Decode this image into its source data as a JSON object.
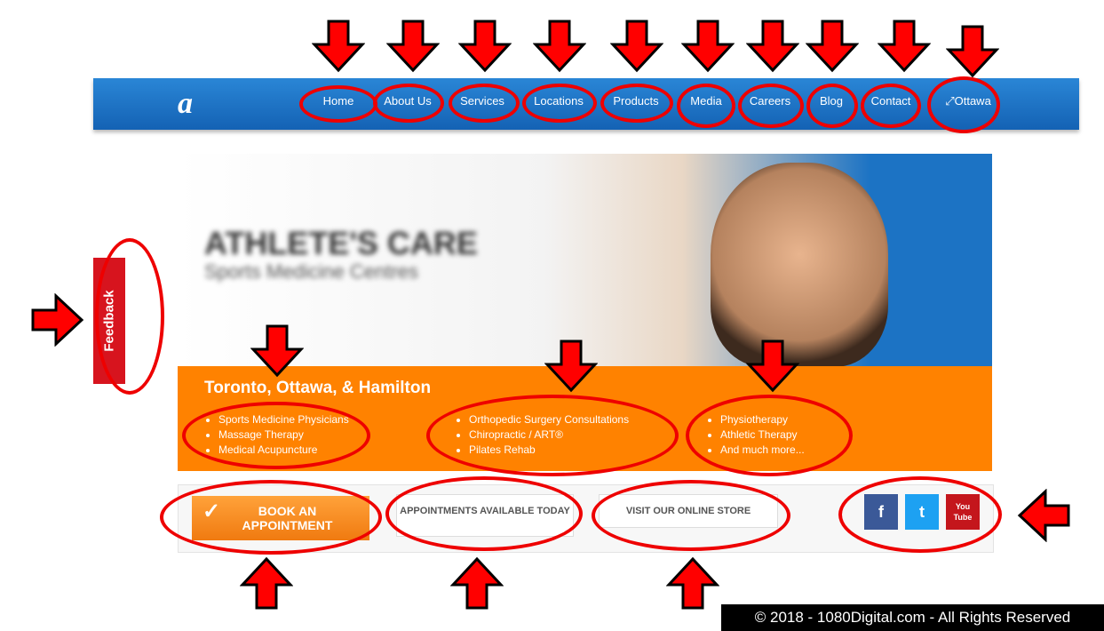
{
  "nav": {
    "items": [
      "Home",
      "About Us",
      "Services",
      "Locations",
      "Products",
      "Media",
      "Careers",
      "Blog",
      "Contact",
      "Ottawa"
    ],
    "ottawa_icon": "expand-arrows-icon"
  },
  "feedback": "Feedback",
  "hero": {
    "brand": "ATHLETE'S CARE",
    "brand_sub": "Sports Medicine Centres"
  },
  "services": {
    "heading": "Toronto, Ottawa, & Hamilton",
    "col1": [
      "Sports Medicine Physicians",
      "Massage Therapy",
      "Medical Acupuncture"
    ],
    "col2": [
      "Orthopedic Surgery Consultations",
      "Chiropractic / ART®",
      "Pilates Rehab"
    ],
    "col3": [
      "Physiotherapy",
      "Athletic Therapy",
      "And much more..."
    ]
  },
  "actions": {
    "book": "BOOK AN APPOINTMENT",
    "appointments": "APPOINTMENTS AVAILABLE TODAY",
    "store": "VISIT OUR ONLINE STORE"
  },
  "social": {
    "facebook": "f",
    "twitter": "t",
    "youtube": "You Tube"
  },
  "colors": {
    "nav": "#1a6cc0",
    "orange": "#ff8200",
    "annotation": "#ee0000"
  },
  "copyright": "© 2018 - 1080Digital.com - All Rights Reserved"
}
